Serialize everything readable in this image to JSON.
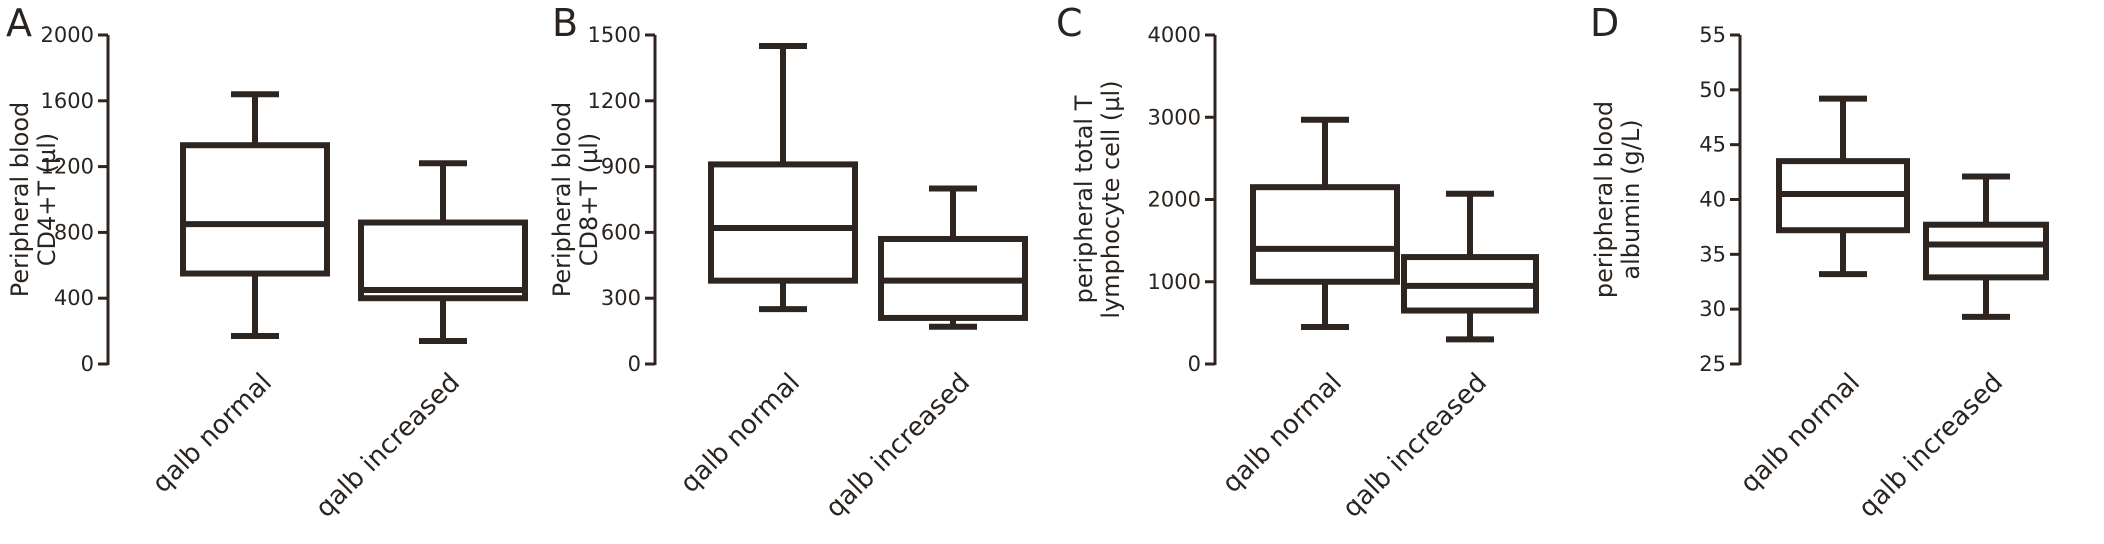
{
  "chart_data": [
    {
      "type": "box",
      "panel": "A",
      "ylabel": [
        "Peripheral blood",
        "CD4+T (µl)"
      ],
      "categories": [
        "qalb normal",
        "qalb increased"
      ],
      "ylim": [
        0,
        2000
      ],
      "yticks": [
        0,
        400,
        800,
        1200,
        1600,
        2000
      ],
      "boxes": [
        {
          "min": 170,
          "q1": 550,
          "median": 850,
          "q3": 1330,
          "max": 1640
        },
        {
          "min": 140,
          "q1": 400,
          "median": 450,
          "q3": 860,
          "max": 1220
        }
      ]
    },
    {
      "type": "box",
      "panel": "B",
      "ylabel": [
        "Peripheral blood",
        "CD8+T (µl)"
      ],
      "categories": [
        "qalb normal",
        "qalb increased"
      ],
      "ylim": [
        0,
        1500
      ],
      "yticks": [
        0,
        300,
        600,
        900,
        1200,
        1500
      ],
      "boxes": [
        {
          "min": 250,
          "q1": 380,
          "median": 620,
          "q3": 910,
          "max": 1450
        },
        {
          "min": 170,
          "q1": 210,
          "median": 380,
          "q3": 570,
          "max": 800
        }
      ]
    },
    {
      "type": "box",
      "panel": "C",
      "ylabel": [
        "peripheral total T",
        "lymphocyte cell (µl)"
      ],
      "categories": [
        "qalb normal",
        "qalb increased"
      ],
      "ylim": [
        0,
        4000
      ],
      "yticks": [
        0,
        1000,
        2000,
        3000,
        4000
      ],
      "boxes": [
        {
          "min": 450,
          "q1": 1000,
          "median": 1400,
          "q3": 2150,
          "max": 2970
        },
        {
          "min": 300,
          "q1": 650,
          "median": 950,
          "q3": 1300,
          "max": 2070
        }
      ]
    },
    {
      "type": "box",
      "panel": "D",
      "ylabel": [
        "peripheral blood",
        "albumin (g/L)"
      ],
      "categories": [
        "qalb normal",
        "qalb increased"
      ],
      "ylim": [
        25,
        55
      ],
      "yticks": [
        25,
        30,
        35,
        40,
        45,
        50,
        55
      ],
      "boxes": [
        {
          "min": 33.2,
          "q1": 37.2,
          "median": 40.5,
          "q3": 43.5,
          "max": 49.2
        },
        {
          "min": 29.3,
          "q1": 32.9,
          "median": 35.9,
          "q3": 37.7,
          "max": 42.1
        }
      ]
    }
  ]
}
